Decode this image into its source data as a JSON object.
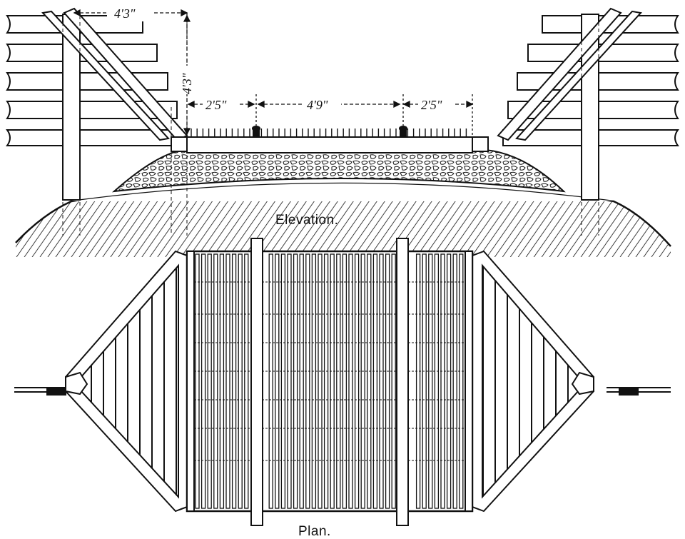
{
  "labels": {
    "elevation": "Elevation.",
    "plan": "Plan."
  },
  "dimensions": {
    "fence_offset": "4'3\"",
    "height": "4'3\"",
    "left_span": "2'5\"",
    "middle_span": "4'9\"",
    "right_span": "2'5\""
  },
  "colors": {
    "ink": "#111111",
    "paper": "#ffffff"
  }
}
